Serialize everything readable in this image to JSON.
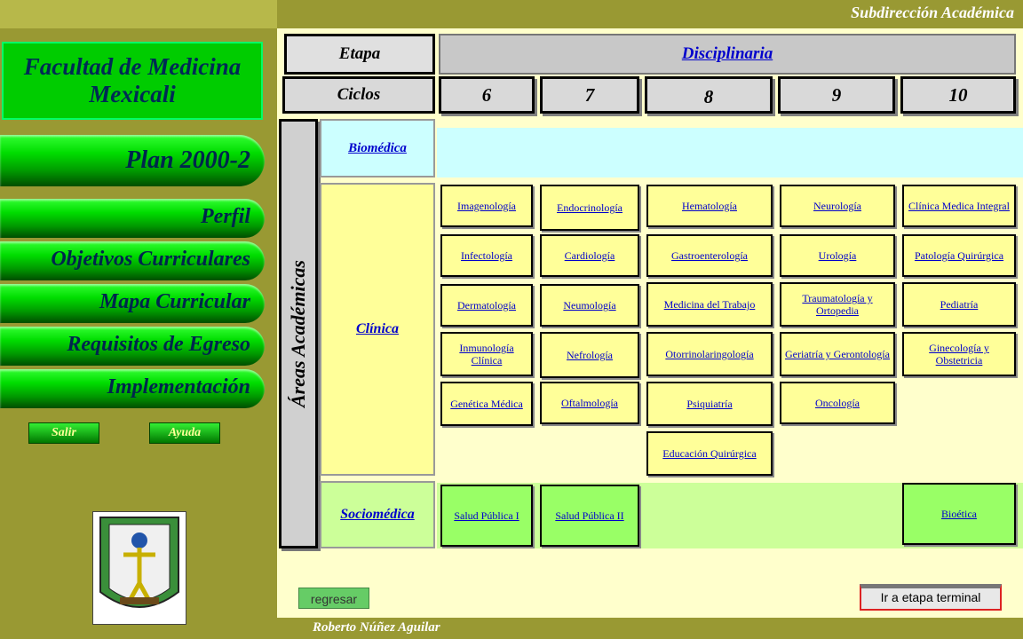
{
  "header": {
    "org": "Subdirección Académica"
  },
  "footer": {
    "author": "Roberto Núñez Aguilar"
  },
  "sidebar": {
    "title_line1": "Facultad de Medicina",
    "title_line2": "Mexicali",
    "plan": "Plan 2000-2",
    "perfil": "Perfil",
    "objetivos": "Objetivos Curriculares",
    "mapa": "Mapa Curricular",
    "requisitos": "Requisitos de Egreso",
    "implementacion": "Implementación",
    "salir": "Salir",
    "ayuda": "Ayuda"
  },
  "grid": {
    "etapa_label": "Etapa",
    "etapa_value": "Disciplinaria",
    "ciclos_label": "Ciclos",
    "ciclos": [
      "6",
      "7",
      "8",
      "9",
      "10"
    ],
    "areas_label": "Áreas Académicas",
    "biomedica": "Biomédica",
    "clinica": "Clínica",
    "sociomedica": "Sociomédica",
    "clinica_courses": {
      "c6": [
        "Imagenología",
        "Infectología",
        "Dermatología",
        "Inmunología Clínica",
        "Genética Médica"
      ],
      "c7": [
        "Endocrinología",
        "Cardiología",
        "Neumología",
        "Nefrología",
        "Oftalmología"
      ],
      "c8": [
        "Hematología",
        "Gastroenterología",
        "Medicina del Trabajo",
        "Otorrinolaringología",
        "Psiquiatría",
        "Educación Quirúrgica"
      ],
      "c9": [
        "Neurología",
        "Urología",
        "Traumatología y Ortopedia",
        "Geriatría y Gerontología",
        "Oncología"
      ],
      "c10": [
        "Clínica Medica Integral",
        "Patología Quirúrgica",
        "Pediatría",
        "Ginecología y Obstetricia"
      ]
    },
    "socio_courses": {
      "c6": "Salud Pública I",
      "c7": "Salud Pública II",
      "c10": "Bioética"
    }
  },
  "nav": {
    "back": "regresar",
    "next": "Ir a etapa terminal"
  }
}
